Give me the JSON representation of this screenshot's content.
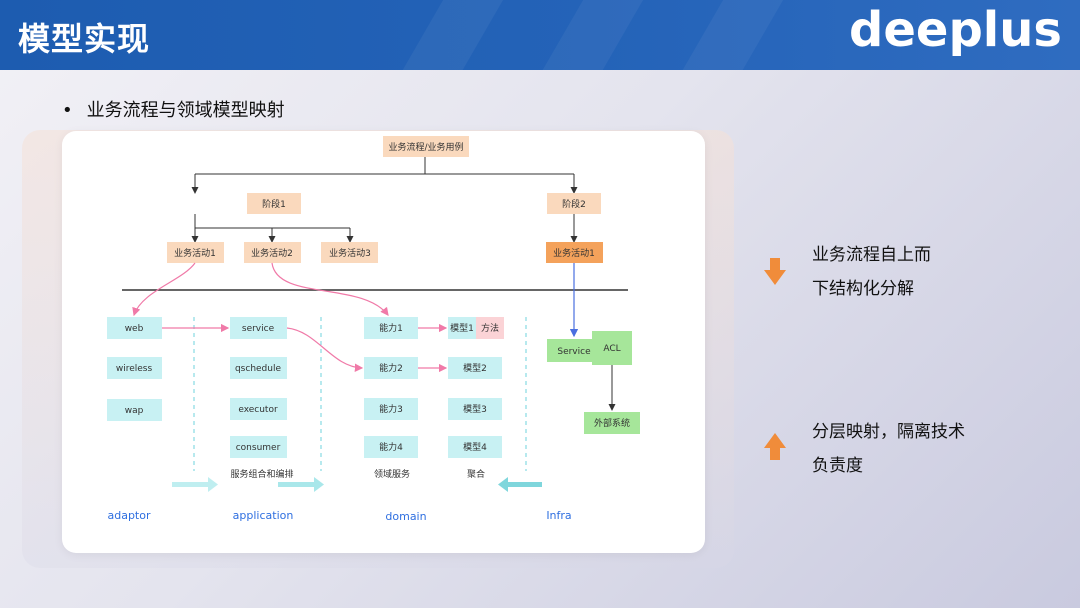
{
  "slide": {
    "title": "模型实现",
    "logo": "deeplus",
    "bullet": "业务流程与领域模型映射"
  },
  "diagram": {
    "root": "业务流程/业务用例",
    "stage1": "阶段1",
    "stage2": "阶段2",
    "activity1": "业务活动1",
    "activity2": "业务活动2",
    "activity3": "业务活动3",
    "stage2_activity1": "业务活动1",
    "adaptor_items": [
      "web",
      "wireless",
      "wap"
    ],
    "application_items": [
      "service",
      "qschedule",
      "executor",
      "consumer"
    ],
    "application_caption": "服务组合和编排",
    "domain_items": [
      "能力1",
      "能力2",
      "能力3",
      "能力4"
    ],
    "domain_caption": "领域服务",
    "model_items": [
      "模型1",
      "模型2",
      "模型3",
      "模型4"
    ],
    "model_method": "方法",
    "model_caption": "聚合",
    "infra_service": "Service",
    "infra_acl": "ACL",
    "infra_external": "外部系统",
    "layers": [
      "adaptor",
      "application",
      "domain",
      "Infra"
    ]
  },
  "notes": [
    {
      "icon": "arrow-down-icon",
      "lines": [
        "业务流程自上而",
        "下结构化分解"
      ]
    },
    {
      "icon": "arrow-up-icon",
      "lines": [
        "分层映射，隔离技术",
        "负责度"
      ]
    }
  ],
  "colors": {
    "header": "#1d5cb0",
    "orange_box": "#fad9bd",
    "orange_box_strong": "#f4a25b",
    "cyan_box": "#c8f1f3",
    "green_box": "#a6e69a",
    "pink_box": "#fbd3d6",
    "layer_label": "#2f6fe0",
    "pink_arrow": "#f07aa8",
    "blue_arrow": "#4a6fe0",
    "accent_arrow": "#f08c3a"
  }
}
